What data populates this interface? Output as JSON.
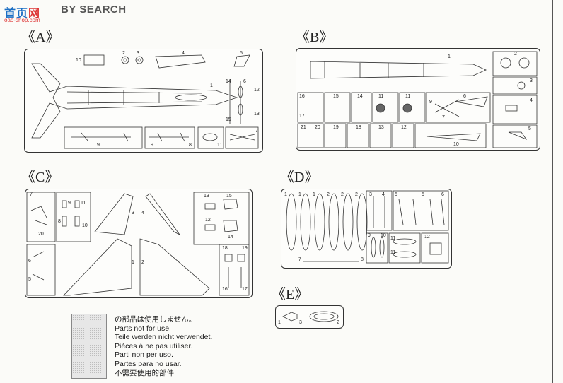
{
  "watermark": {
    "logo": "首页",
    "logo_sub": "网",
    "url": "oao-shop.com",
    "search": "BY SEARCH"
  },
  "sections": {
    "A": {
      "label": "《A》",
      "parts": [
        "10",
        "2",
        "3",
        "4",
        "5",
        "1",
        "14",
        "6",
        "12",
        "15",
        "13",
        "9",
        "9",
        "8",
        "11",
        "7"
      ]
    },
    "B": {
      "label": "《B》",
      "parts": [
        "1",
        "2",
        "3",
        "4",
        "16",
        "17",
        "15",
        "14",
        "11",
        "11",
        "9",
        "6",
        "7",
        "21",
        "20",
        "19",
        "18",
        "13",
        "12",
        "10",
        "5"
      ]
    },
    "C": {
      "label": "《C》",
      "parts": [
        "7",
        "9",
        "11",
        "8",
        "10",
        "20",
        "3",
        "4",
        "13",
        "15",
        "12",
        "14",
        "6",
        "5",
        "1",
        "2",
        "18",
        "19",
        "16",
        "17"
      ]
    },
    "D": {
      "label": "《D》",
      "parts": [
        "1",
        "1",
        "1",
        "2",
        "2",
        "2",
        "3",
        "4",
        "5",
        "5",
        "6",
        "7",
        "8",
        "9",
        "10",
        "11",
        "11",
        "12"
      ]
    },
    "E": {
      "label": "《E》",
      "parts": [
        "1",
        "3",
        "2"
      ]
    }
  },
  "legend": {
    "lines": [
      "の部品は使用しません。",
      "Parts not for use.",
      "Teile werden nicht verwendet.",
      "Pièces à ne pas utiliser.",
      "Parti non per uso.",
      "Partes para no usar.",
      "不需要使用的部件"
    ]
  }
}
